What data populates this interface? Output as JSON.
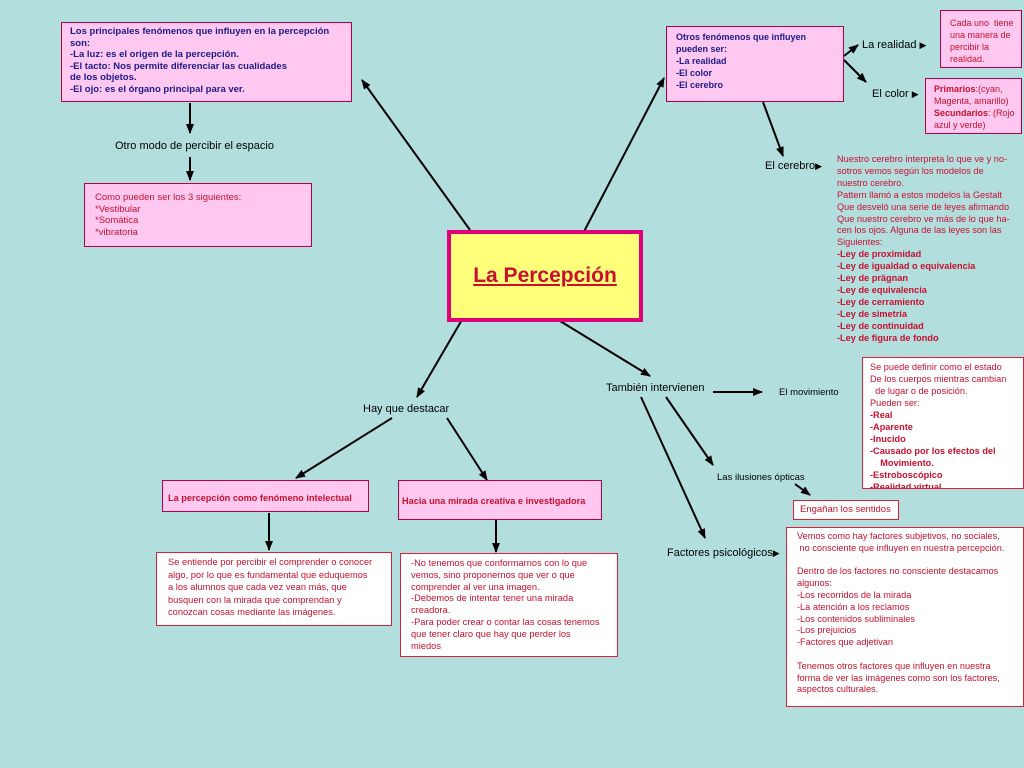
{
  "center_title": "La Percepción",
  "top_left": {
    "lines": [
      "Los principales fenómenos que influyen en la percepción",
      "son:",
      "-La luz: es el origen de la percepción.",
      "-El tacto: Nos permite diferenciar las cualidades",
      "de los objetos.",
      "-El ojo: es el órgano principal para ver."
    ]
  },
  "otro_modo_label": "Otro modo de percibir el espacio",
  "otro_modo_box": {
    "lines": [
      "Como pueden ser los 3 siguientes:",
      "*Vestibular",
      "*Somática",
      "*vibratoria"
    ]
  },
  "otros_fenomenos": {
    "lines": [
      "Otros fenómenos que influyen",
      "pueden ser:",
      "-La realidad",
      "-El color",
      "-El cerebro"
    ]
  },
  "realidad_label": "La realidad",
  "realidad_box": {
    "lines": [
      "Cada uno  tiene",
      "una manera de",
      "percibir la",
      "realidad."
    ]
  },
  "color_label": "El color",
  "color_box": {
    "primarios_label": "Primarios",
    "primarios_value": ":(cyan,",
    "line2": "Magenta, amarillo)",
    "secundarios_label": "Secundarios",
    "secundarios_value": ": (Rojo",
    "line4": "azul y verde)"
  },
  "cerebro_label": "El cerebro",
  "cerebro_box": {
    "intro_lines": [
      "Nuestro cerebro interpreta lo que ve y no-",
      "sotros vemos según los modelos de",
      "nuestro cerebro.",
      "Pattern llamó a estos modelos la Gestalt",
      "Que desveló una serie de leyes afirmando",
      "Que nuestro cerebro ve más de lo que ha-",
      "cen los ojos. Alguna de las leyes son las",
      "Siguientes:"
    ],
    "laws": [
      "-Ley de proximidad",
      "-Ley de igualdad o equivalencia",
      "-Ley de prägnan",
      "-Ley de equivalencia",
      "-Ley de cerramiento",
      "-Ley de simetría",
      "-Ley de continuidad",
      "-Ley de figura de fondo"
    ]
  },
  "tambien_label": "También intervienen",
  "movimiento_label": "El movimiento",
  "movimiento_box": {
    "intro_lines": [
      "Se puede definir como el estado",
      "De los cuerpos mientras cambian",
      "  de lugar o de posición.",
      "Pueden ser:"
    ],
    "items": [
      "-Real",
      "-Aparente",
      "-Inucido",
      "-Causado por los efectos del",
      "    Movimiento.",
      "-Estroboscópico",
      "-Realidad virtual"
    ]
  },
  "ilusiones_label": "Las ilusiones ópticas",
  "ilusiones_box": "Engañan los sentidos",
  "factores_label": "Factores psicológicos",
  "factores_box": {
    "lines": [
      "Vemos como hay factores subjetivos, no sociales,",
      " no consciente que influyen en nuestra percepción.",
      "",
      "Dentro de los factores no consciente destacamos",
      "algunos:",
      "-Los recorridos de la mirada",
      "-La atención a los reclamos",
      "-Los contenidos subliminales",
      "-Los prejuicios",
      "-Factores que adjetivan",
      "",
      "Tenemos otros factores que influyen en nuestra",
      "forma de ver las imágenes como son los factores,",
      "aspectos culturales."
    ]
  },
  "destacar_label": "Hay que destacar",
  "intelectual_box": "La percepción como fenómeno intelectual",
  "intelectual_desc": {
    "lines": [
      "Se entiende por percibir el comprender o conocer",
      "algo, por lo que es fundamental que eduquemos",
      "a los alumnos que cada vez vean más, que",
      "busquen con la mirada que comprendan y",
      "conozcan cosas mediante las imágenes."
    ]
  },
  "creativa_box": "Hacia una mirada creativa e investigadora",
  "creativa_desc": {
    "lines": [
      "-No tenemos que conformarnos con lo que",
      "vemos, sino proponernos que ver o que",
      "comprender al ver una imagen.",
      "-Debemos de intentar tener una mirada",
      "creadora.",
      "-Para poder crear o contar las cosas tenemos",
      "que tener claro que hay que perder los",
      "miedos"
    ]
  }
}
